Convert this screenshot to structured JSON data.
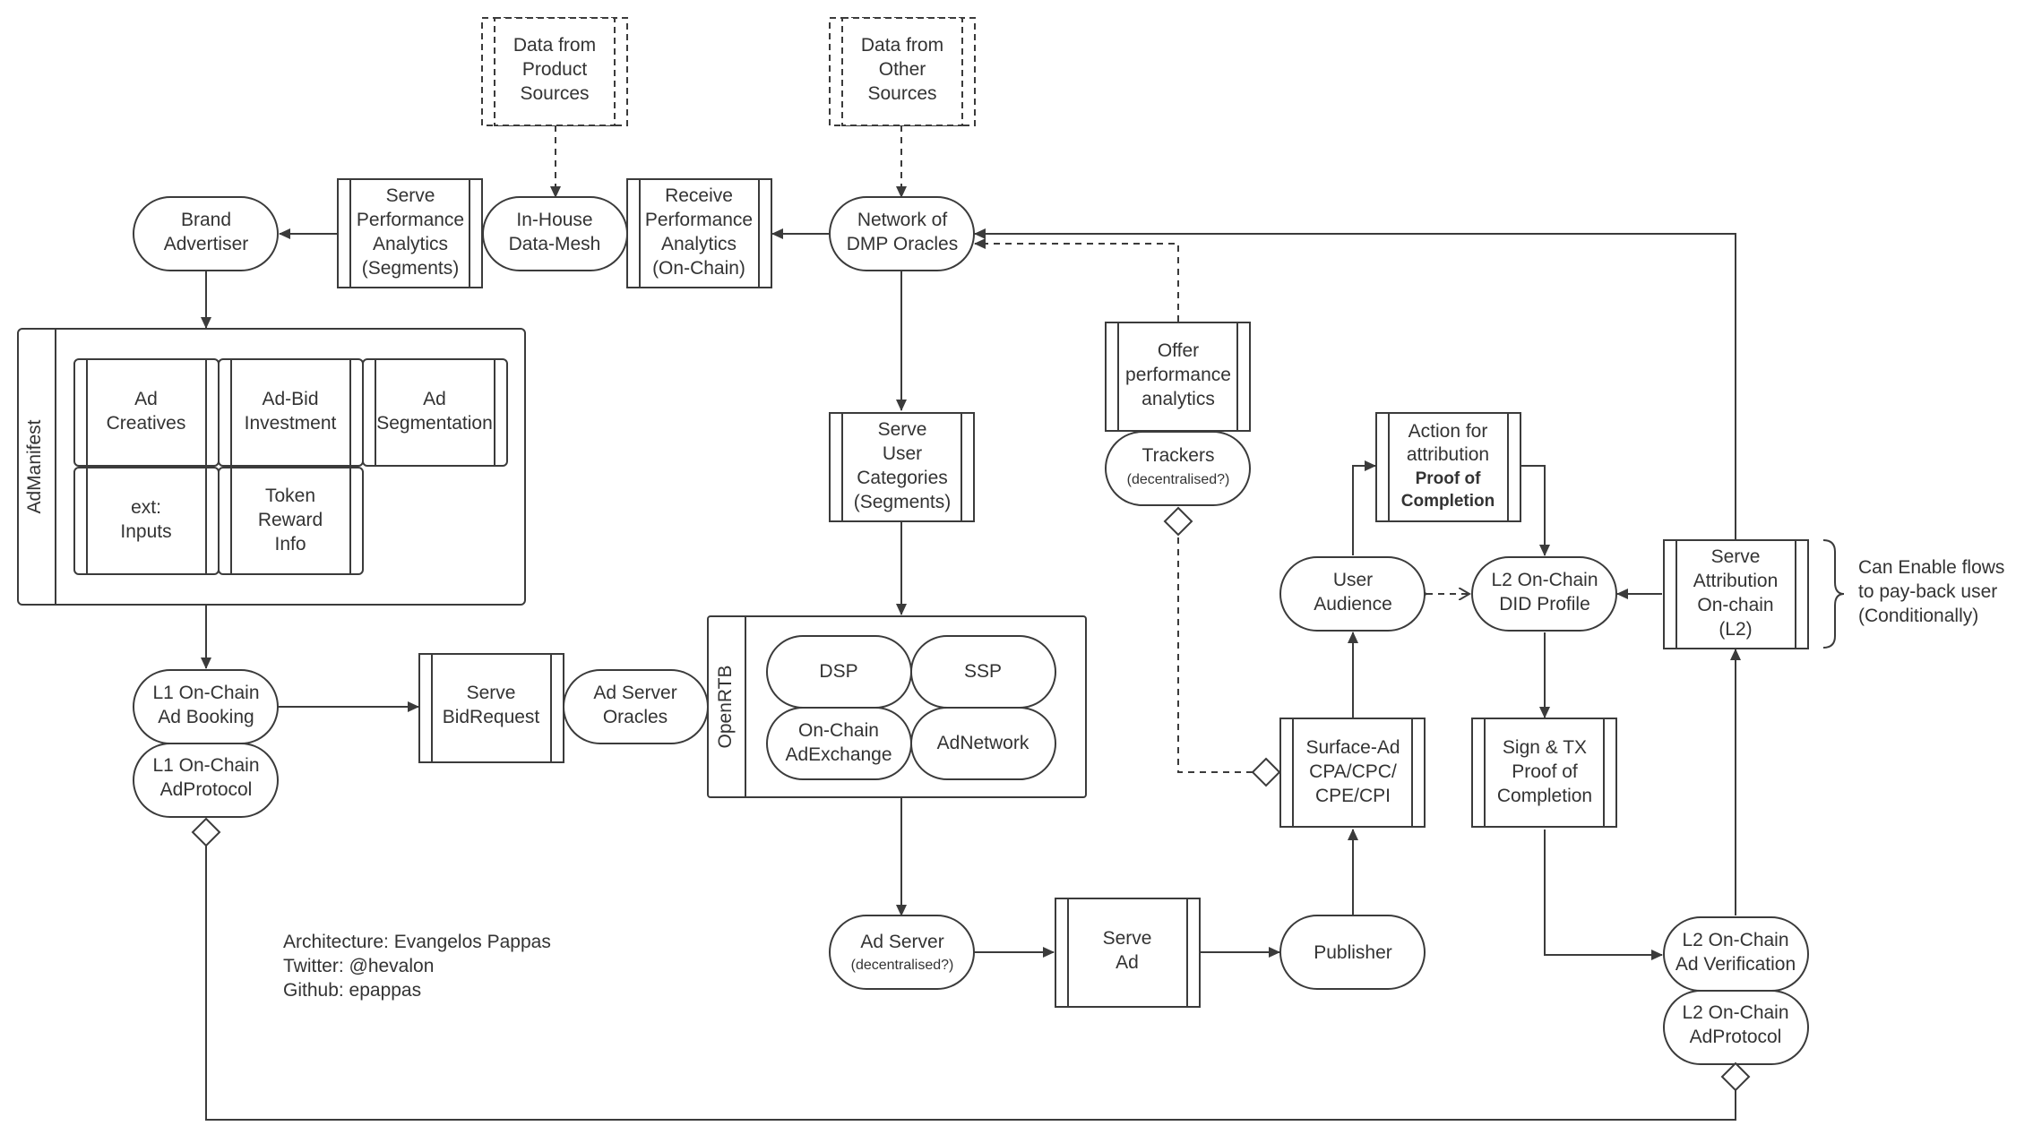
{
  "nodes": {
    "data_product": [
      "Data from",
      "Product",
      "Sources"
    ],
    "data_other": [
      "Data from",
      "Other",
      "Sources"
    ],
    "brand_advertiser": [
      "Brand",
      "Advertiser"
    ],
    "serve_perf_segments": [
      "Serve",
      "Performance",
      "Analytics",
      "(Segments)"
    ],
    "inhouse_mesh": [
      "In-House",
      "Data-Mesh"
    ],
    "receive_perf": [
      "Receive",
      "Performance",
      "Analytics",
      "(On-Chain)"
    ],
    "dmp_oracles": [
      "Network of",
      "DMP Oracles"
    ],
    "admanifest": "AdManifest",
    "ad_creatives": [
      "Ad",
      "Creatives"
    ],
    "ad_bid": [
      "Ad-Bid",
      "Investment"
    ],
    "ad_segmentation": [
      "Ad",
      "Segmentation"
    ],
    "ext_inputs": [
      "ext:",
      "Inputs"
    ],
    "token_reward": [
      "Token",
      "Reward",
      "Info"
    ],
    "offer_perf": [
      "Offer",
      "performance",
      "analytics"
    ],
    "trackers": [
      "Trackers"
    ],
    "trackers_sub": "(decentralised?)",
    "serve_user_cat": [
      "Serve",
      "User",
      "Categories",
      "(Segments)"
    ],
    "action_attr": [
      "Action for",
      "attribution"
    ],
    "action_attr_bold": [
      "Proof of",
      "Completion"
    ],
    "user_audience": [
      "User",
      "Audience"
    ],
    "l2_did": [
      "L2 On-Chain",
      "DID Profile"
    ],
    "serve_attr": [
      "Serve",
      "Attribution",
      "On-chain",
      "(L2)"
    ],
    "note_payback": [
      "Can Enable  flows",
      "to pay-back user",
      "(Conditionally)"
    ],
    "l1_booking": [
      "L1 On-Chain",
      "Ad Booking"
    ],
    "l1_protocol": [
      "L1 On-Chain",
      "AdProtocol"
    ],
    "serve_bidrequest": [
      "Serve",
      "BidRequest"
    ],
    "ad_server_oracles": [
      "Ad Server",
      "Oracles"
    ],
    "openrtb": "OpenRTB",
    "dsp": [
      "DSP"
    ],
    "ssp": [
      "SSP"
    ],
    "onchain_adexchange": [
      "On-Chain",
      "AdExchange"
    ],
    "adnetwork": [
      "AdNetwork"
    ],
    "surface_ad": [
      "Surface-Ad",
      "CPA/CPC/",
      "CPE/CPI"
    ],
    "sign_tx": [
      "Sign & TX",
      "Proof of",
      "Completion"
    ],
    "ad_server": [
      "Ad Server"
    ],
    "ad_server_sub": "(decentralised?)",
    "serve_ad": [
      "Serve",
      "Ad"
    ],
    "publisher": [
      "Publisher"
    ],
    "l2_verification": [
      "L2 On-Chain",
      "Ad Verification"
    ],
    "l2_protocol": [
      "L2 On-Chain",
      "AdProtocol"
    ]
  },
  "credits": [
    "Architecture: Evangelos Pappas",
    "Twitter: @hevalon",
    "Github: epappas"
  ]
}
